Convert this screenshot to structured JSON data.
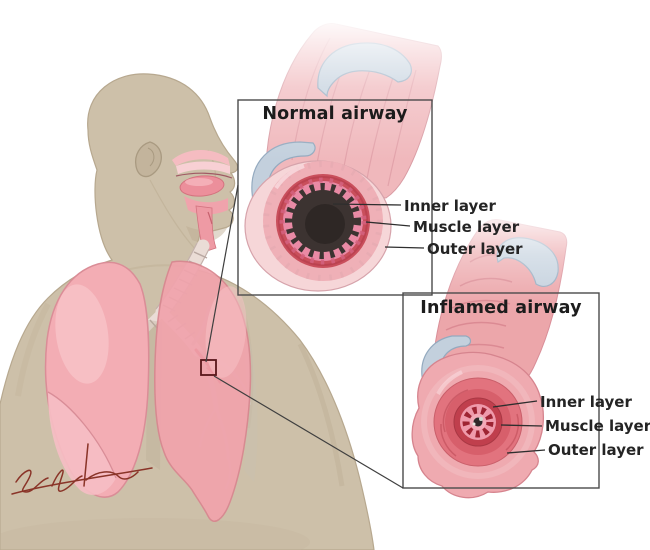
{
  "figure": {
    "panels": {
      "normal": {
        "title": "Normal airway",
        "labels": {
          "inner": "Inner layer",
          "muscle": "Muscle layer",
          "outer": "Outer layer"
        }
      },
      "inflamed": {
        "title": "Inflamed airway",
        "labels": {
          "inner": "Inner layer",
          "muscle": "Muscle layer",
          "outer": "Outer layer"
        }
      }
    },
    "colors": {
      "skin": "#cdc0a9",
      "lung_pink": "#f2a9b0",
      "cartilage_blue": "#c3d0dd",
      "airway_wall_pink": "#f0b8bc",
      "muscle_red": "#c94f5c",
      "mucosa_pink": "#e98aa5",
      "lumen_dark": "#3c3331",
      "inflamed_wall_red": "#d75f6b",
      "box_border": "#4b4b4b",
      "leader_line": "#2e2e2e",
      "label_text": "#242424",
      "signature_red": "#8a3428"
    }
  }
}
